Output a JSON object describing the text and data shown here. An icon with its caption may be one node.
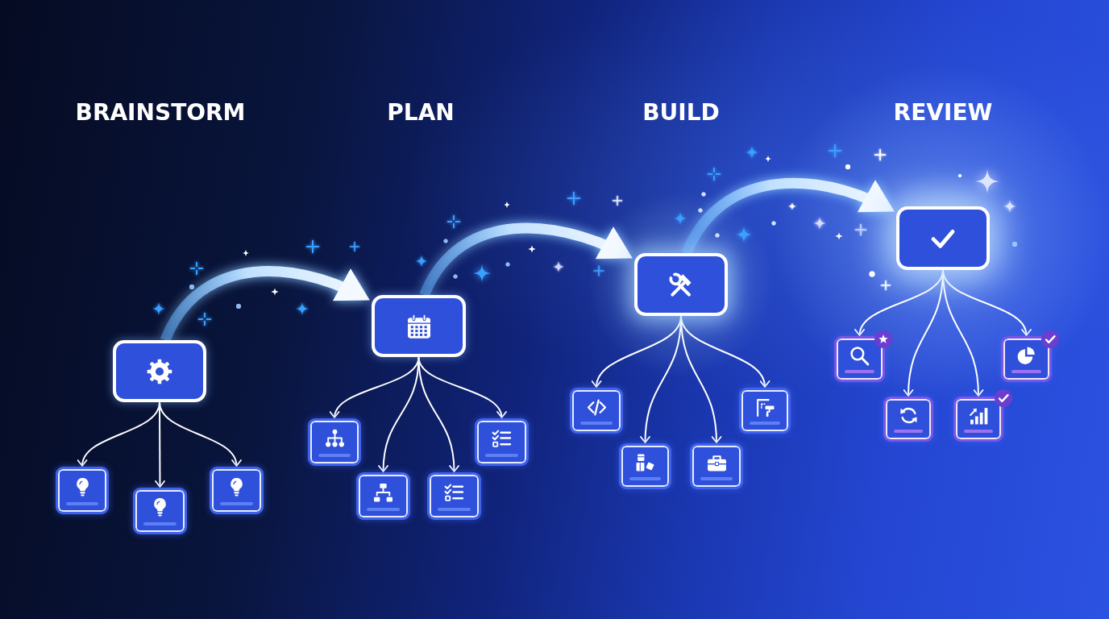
{
  "diagram": {
    "nodes": [
      {
        "text": [],
        "shape": "box"
      },
      {
        "text": [],
        "shape": "box"
      },
      {
        "text": [],
        "shape": "box"
      },
      {
        "text": [],
        "shape": "box"
      },
      {
        "text": [],
        "shape": "box"
      },
      {
        "text": [],
        "shape": "box"
      },
      {
        "text": [],
        "shape": "box"
      },
      {
        "text": [],
        "shape": "box"
      },
      {
        "text": [],
        "shape": "box"
      },
      {
        "text": [],
        "shape": "box"
      },
      {
        "text": [],
        "shape": "box"
      },
      {
        "text": [],
        "shape": "box"
      },
      {
        "text": [],
        "shape": "box"
      },
      {
        "text": [],
        "shape": "box"
      },
      {
        "text": [],
        "shape": "box"
      },
      {
        "text": [],
        "shape": "box"
      },
      {
        "text": [],
        "shape": "box"
      },
      {
        "text": [],
        "shape": "box"
      },
      {
        "text": [],
        "shape": "box"
      }
    ],
    "edges": [
      {
        "from": 0,
        "to": 1,
        "arrow": "to"
      },
      {
        "from": 0,
        "to": 2,
        "arrow": "to"
      },
      {
        "from": 0,
        "to": 3,
        "arrow": "to"
      },
      {
        "from": 0,
        "to": 4,
        "arrow": "to",
        "style": "thick"
      },
      {
        "from": 4,
        "to": 5,
        "arrow": "to"
      },
      {
        "from": 4,
        "to": 6,
        "arrow": "to"
      },
      {
        "from": 4,
        "to": 7,
        "arrow": "to"
      },
      {
        "from": 4,
        "to": 8,
        "arrow": "to"
      },
      {
        "from": 4,
        "to": 9,
        "arrow": "to",
        "style": "thick"
      },
      {
        "from": 9,
        "to": 10,
        "arrow": "to"
      },
      {
        "from": 9,
        "to": 11,
        "arrow": "to"
      },
      {
        "from": 9,
        "to": 12,
        "arrow": "to"
      },
      {
        "from": 9,
        "to": 13,
        "arrow": "to"
      },
      {
        "from": 9,
        "to": 14,
        "arrow": "to",
        "style": "thick"
      },
      {
        "from": 14,
        "to": 15,
        "arrow": "to"
      },
      {
        "from": 14,
        "to": 16,
        "arrow": "to"
      },
      {
        "from": 14,
        "to": 17,
        "arrow": "to"
      },
      {
        "from": 14,
        "to": 18,
        "arrow": "to"
      }
    ],
    "labels": [
      "BRAINSTORM",
      "PLAN",
      "BUILD",
      "REVIEW"
    ]
  }
}
